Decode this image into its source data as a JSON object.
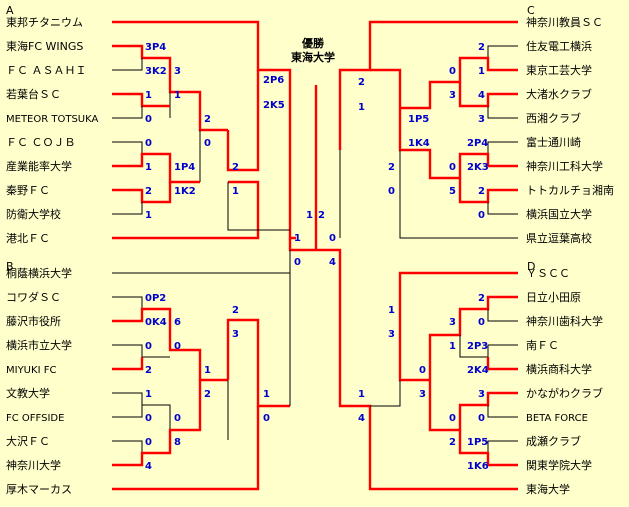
{
  "groups": {
    "a": "A",
    "b": "B",
    "c": "C",
    "d": "D"
  },
  "champion": {
    "label": "優勝",
    "team": "東海大学"
  },
  "left_teams": [
    "東邦チタニウム",
    "東海FC WINGS",
    "ＦＣ ＡＳＡＨＩ",
    "若葉台ＳＣ",
    "METEOR TOTSUKA",
    "ＦＣ ＣＯＪＢ",
    "産業能率大学",
    "秦野ＦＣ",
    "防衛大学校",
    "港北ＦＣ",
    "桐蔭横浜大学",
    "コワダＳＣ",
    "藤沢市役所",
    "横浜市立大学",
    "MIYUKI FC",
    "文教大学",
    "FC OFFSIDE",
    "大沢ＦＣ",
    "神奈川大学",
    "厚木マーカス"
  ],
  "right_teams": [
    "神奈川教員ＳＣ",
    "住友電工横浜",
    "東京工芸大学",
    "大渚水クラブ",
    "西湘クラブ",
    "富士通川崎",
    "神奈川工科大学",
    "トトカルチョ湘南",
    "横浜国立大学",
    "県立逗葉高校",
    "ＹＳＣＣ",
    "日立小田原",
    "神奈川歯科大学",
    "南ＦＣ",
    "横浜商科大学",
    "かながわクラブ",
    "BETA FORCE",
    "成瀬クラブ",
    "関東学院大学",
    "東海大学"
  ],
  "scores": {
    "l1": [
      "3P4",
      "3K2",
      "1",
      "0",
      "0",
      "1",
      "2",
      "1"
    ],
    "l1b": [
      "0P2",
      "0K4",
      "0",
      "2",
      "1",
      "0",
      "0",
      "4"
    ],
    "l2": [
      "3",
      "1",
      "1P4",
      "1K2",
      "6",
      "0",
      "0",
      "8"
    ],
    "l3": [
      "2",
      "0",
      "2",
      "1",
      "1",
      "2"
    ],
    "l3b": [
      "2",
      "3"
    ],
    "l4": [
      "2P6",
      "2K5",
      "1",
      "0"
    ],
    "l5": [
      "1",
      "0",
      "1",
      "2"
    ],
    "r1": [
      "2",
      "1",
      "4",
      "3",
      "2P4",
      "2K3",
      "2",
      "0"
    ],
    "r1b": [
      "2",
      "0",
      "2P3",
      "2K4",
      "3",
      "0",
      "1P5",
      "1K6"
    ],
    "r2": [
      "0",
      "3",
      "0",
      "5",
      "3",
      "1",
      "0",
      "2"
    ],
    "r3": [
      "1P5",
      "1K4",
      "2",
      "0",
      "0",
      "3"
    ],
    "r3b": [
      "1",
      "3"
    ],
    "r4": [
      "2",
      "1",
      "1",
      "4"
    ],
    "r5": [
      "0",
      "4"
    ]
  }
}
